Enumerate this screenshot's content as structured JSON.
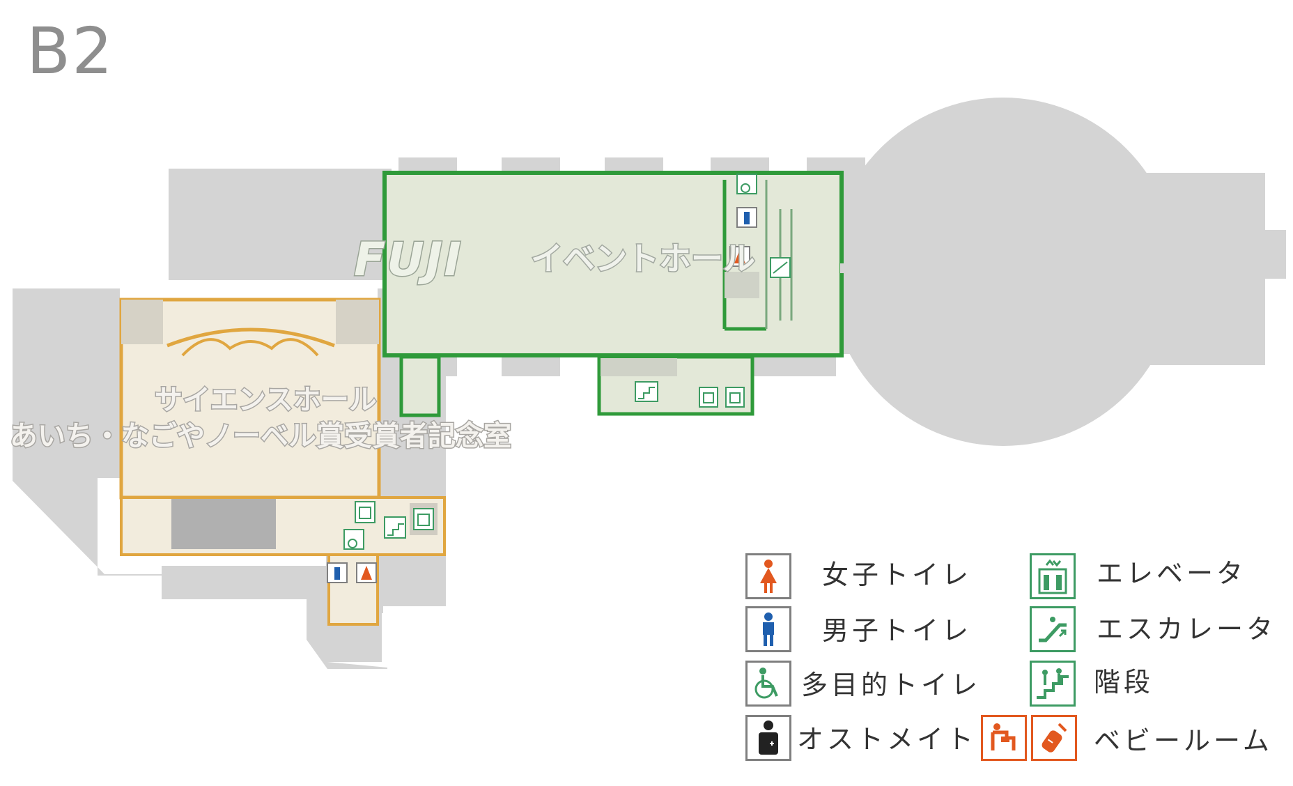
{
  "floor": "B2",
  "halls": {
    "fuji_logo": "FUJI",
    "fuji_suffix": "イベントホール",
    "science": "サイエンスホール",
    "nobel": "あいち・なごやノーベル賞受賞者記念室"
  },
  "legend": {
    "womens_toilet": "女子トイレ",
    "mens_toilet": "男子トイレ",
    "multipurpose_toilet": "多目的トイレ",
    "ostomate": "オストメイト",
    "elevator": "エレベータ",
    "escalator": "エスカレータ",
    "stairs": "階段",
    "baby_room": "ベビールーム"
  },
  "colors": {
    "outdoor_area": "#d4d4d4",
    "fuji_hall_outline": "#2f9a3a",
    "fuji_hall_fill": "#e3e8d8",
    "science_hall_outline": "#e0a640",
    "science_hall_fill": "#f2ecdd",
    "womens": "#e2581f",
    "mens": "#1f5fae",
    "facility_green": "#3d9b63",
    "legend_text": "#333333"
  },
  "icons": [
    "woman-icon",
    "man-icon",
    "wheelchair-icon",
    "ostomate-icon",
    "elevator-icon",
    "escalator-icon",
    "stairs-icon",
    "baby-room-icon"
  ]
}
